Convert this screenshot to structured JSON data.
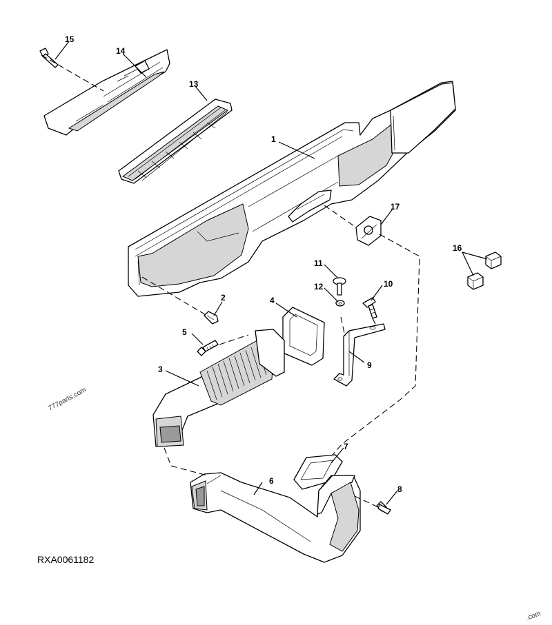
{
  "diagram": {
    "drawing_number": "RXA0061182",
    "watermark": "777parts.com",
    "watermark_corner": ".com",
    "callouts": [
      {
        "id": "c1",
        "label": "1"
      },
      {
        "id": "c2",
        "label": "2"
      },
      {
        "id": "c3",
        "label": "3"
      },
      {
        "id": "c4",
        "label": "4"
      },
      {
        "id": "c5",
        "label": "5"
      },
      {
        "id": "c6",
        "label": "6"
      },
      {
        "id": "c7",
        "label": "7"
      },
      {
        "id": "c8",
        "label": "8"
      },
      {
        "id": "c9",
        "label": "9"
      },
      {
        "id": "c10",
        "label": "10"
      },
      {
        "id": "c11",
        "label": "11"
      },
      {
        "id": "c12",
        "label": "12"
      },
      {
        "id": "c13",
        "label": "13"
      },
      {
        "id": "c14",
        "label": "14"
      },
      {
        "id": "c15",
        "label": "15"
      },
      {
        "id": "c16",
        "label": "16"
      },
      {
        "id": "c17",
        "label": "17"
      }
    ]
  }
}
